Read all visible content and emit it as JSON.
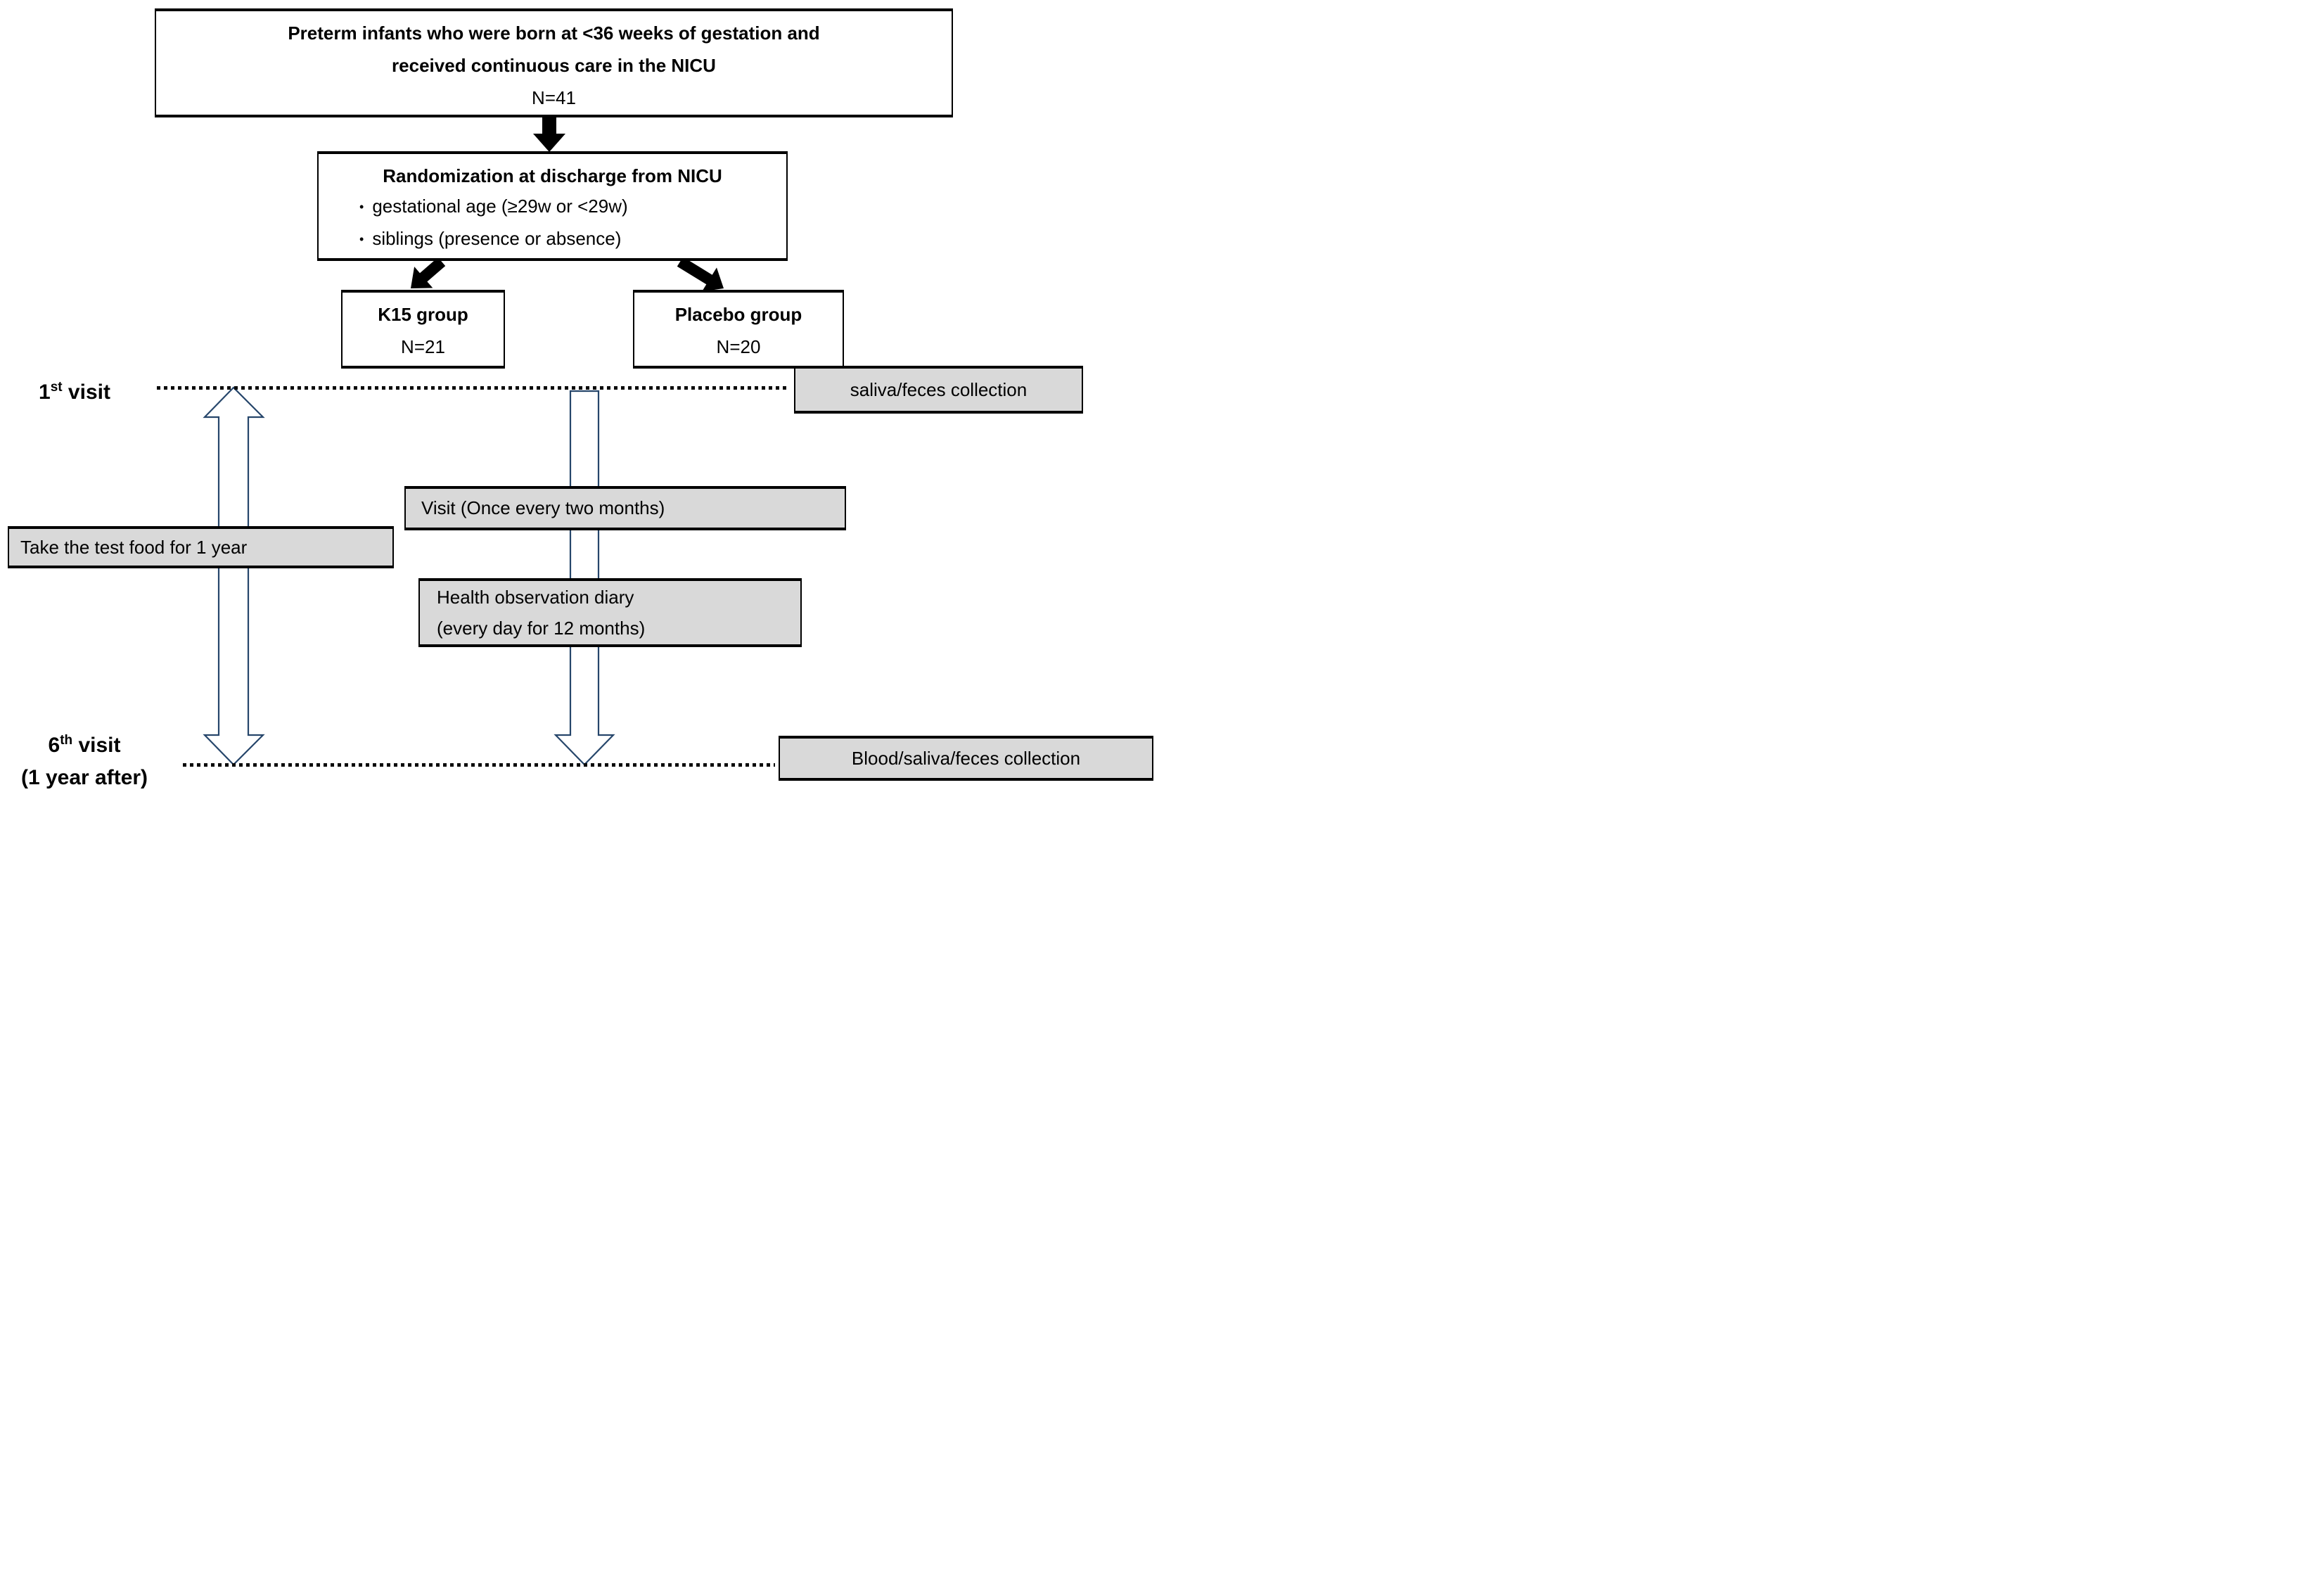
{
  "diagram": {
    "top_box": {
      "line1": "Preterm infants who were born at <36 weeks of gestation and",
      "line2": "received continuous care in the NICU",
      "n": "N=41"
    },
    "randomization_box": {
      "title": "Randomization at discharge from NICU",
      "bullets": [
        {
          "glyph": "•",
          "text": "gestational age (≥29w or <29w)"
        },
        {
          "glyph": "•",
          "text": "siblings (presence or absence)"
        }
      ]
    },
    "k15_box": {
      "title": "K15 group",
      "n": "N=21"
    },
    "placebo_box": {
      "title": "Placebo group",
      "n": "N=20"
    },
    "timeline": {
      "visit1": {
        "num": "1",
        "sup": "st",
        "rest": " visit"
      },
      "visit6": {
        "num": "6",
        "sup": "th",
        "rest": " visit",
        "line2": "(1 year after)"
      },
      "saliva_label": "saliva/feces collection",
      "blood_label": "Blood/saliva/feces collection"
    },
    "interventions": {
      "visit_label": "Visit (Once every two months)",
      "food_label": "Take the test food for 1 year",
      "diary_line1": "Health observation diary",
      "diary_line2": "(every day for 12 months)"
    },
    "colors": {
      "gray_fill": "#d9d9d9",
      "arrow_blue": "#26466b",
      "box_border": "#000000"
    }
  }
}
